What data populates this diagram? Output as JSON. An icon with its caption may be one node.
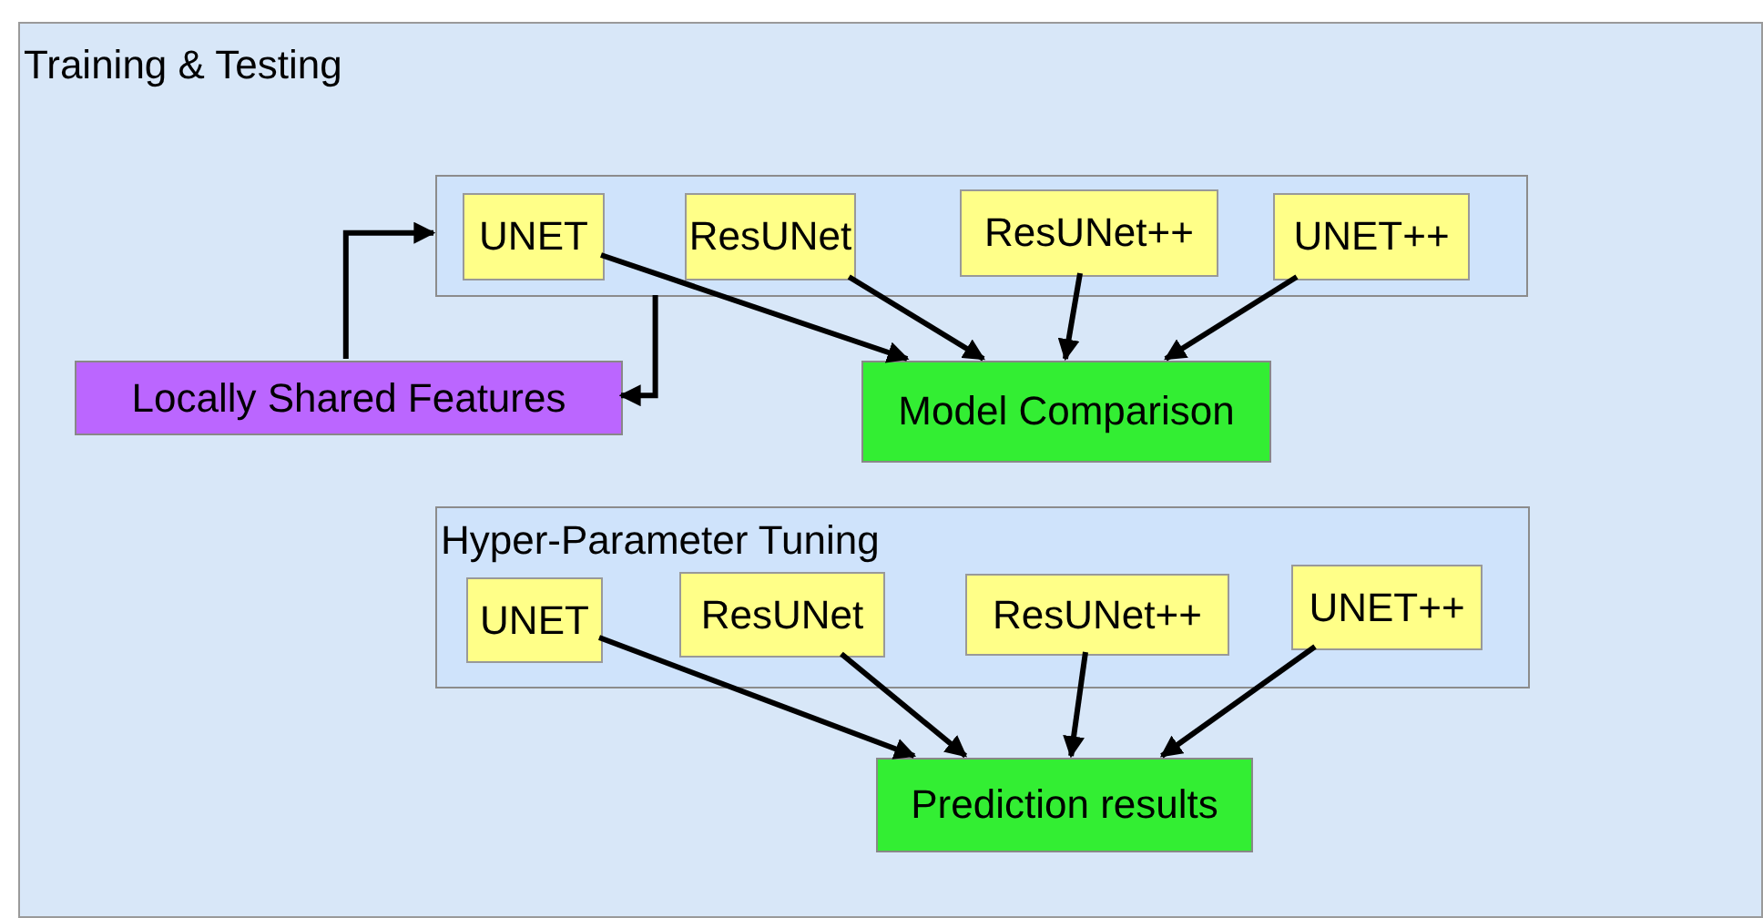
{
  "diagram": {
    "nodes": [
      {
        "text": [
          "Training & Testing"
        ]
      },
      {
        "text": [],
        "shape": "box",
        "in": 0
      },
      {
        "text": [
          "UNET"
        ],
        "in": 1
      },
      {
        "text": [
          "ResUNet"
        ],
        "in": 1
      },
      {
        "text": [
          "ResUNet++"
        ],
        "in": 1
      },
      {
        "text": [
          "UNET++"
        ],
        "in": 1
      },
      {
        "text": [
          "Locally Shared Features"
        ],
        "in": 0
      },
      {
        "text": [
          "Model Comparison"
        ],
        "in": 0
      },
      {
        "text": [
          "Hyper-Parameter Tuning"
        ],
        "in": 0
      },
      {
        "text": [
          "UNET"
        ],
        "in": 8
      },
      {
        "text": [
          "ResUNet"
        ],
        "in": 8
      },
      {
        "text": [
          "ResUNet++"
        ],
        "in": 8
      },
      {
        "text": [
          "UNET++"
        ],
        "in": 8
      },
      {
        "text": [
          "Prediction results"
        ],
        "in": 0
      }
    ],
    "edges": [
      {
        "from": 6,
        "to": 1,
        "arrow": "to"
      },
      {
        "from": 1,
        "to": 6,
        "arrow": "to"
      },
      {
        "from": 2,
        "to": 7,
        "arrow": "to"
      },
      {
        "from": 3,
        "to": 7,
        "arrow": "to"
      },
      {
        "from": 4,
        "to": 7,
        "arrow": "to"
      },
      {
        "from": 5,
        "to": 7,
        "arrow": "to"
      },
      {
        "from": 9,
        "to": 13,
        "arrow": "to"
      },
      {
        "from": 10,
        "to": 13,
        "arrow": "to"
      },
      {
        "from": 11,
        "to": 13,
        "arrow": "to"
      },
      {
        "from": 12,
        "to": 13,
        "arrow": "to"
      }
    ]
  }
}
